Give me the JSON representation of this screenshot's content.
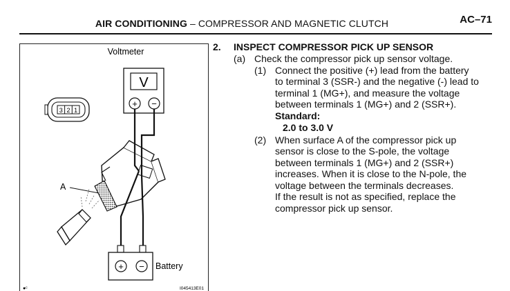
{
  "header": {
    "section": "AIR CONDITIONING",
    "separator": "–",
    "subsection": "COMPRESSOR AND MAGNETIC CLUTCH",
    "page_number": "AC–71"
  },
  "figure": {
    "voltmeter_label": "Voltmeter",
    "voltmeter_symbol": "V",
    "connector_pins": [
      "3",
      "2",
      "1"
    ],
    "surface_label": "A",
    "battery_label": "Battery",
    "figure_code": "I045413E01",
    "corner_mark": "●ᶜ",
    "plus_symbol": "+",
    "minus_symbol": "−"
  },
  "step": {
    "number": "2.",
    "title": "INSPECT COMPRESSOR PICK UP SENSOR",
    "sub_a": {
      "label": "(a)",
      "text": "Check the compressor pick up sensor voltage."
    },
    "item1": {
      "label": "(1)",
      "lines": [
        "Connect the positive (+) lead from the battery",
        "to terminal 3 (SSR-) and the negative (-) lead to",
        "terminal 1 (MG+), and measure the voltage",
        "between terminals 1 (MG+) and 2 (SSR+)."
      ],
      "standard_label": "Standard:",
      "standard_value": "2.0 to 3.0 V"
    },
    "item2": {
      "label": "(2)",
      "lines": [
        "When surface A of the compressor pick up",
        "sensor is close to the S-pole, the voltage",
        "between terminals 1 (MG+) and 2 (SSR+)",
        "increases. When it is close to the N-pole, the",
        "voltage between the terminals decreases.",
        "If the result is not as specified, replace the",
        "compressor pick up sensor."
      ]
    }
  }
}
